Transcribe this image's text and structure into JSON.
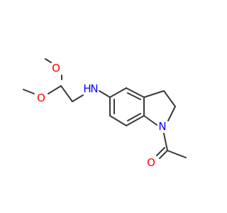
{
  "molecule": {
    "atoms": {
      "o_methoxy_top": "O",
      "o_methoxy_bottom": "O",
      "n_amine": "N",
      "h_amine": "H",
      "n_indoline": "N",
      "o_carbonyl": "O"
    },
    "colors": {
      "bond": "#3a3a3a",
      "oxygen": "#ff0000",
      "nitrogen": "#0000ff"
    }
  }
}
